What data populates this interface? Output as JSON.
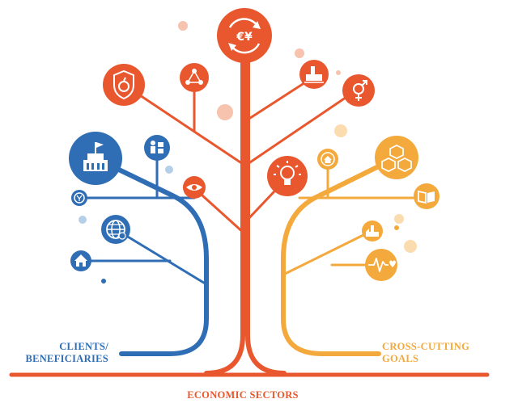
{
  "labels": {
    "clients_line1": "CLIENTS/",
    "clients_line2": "BENEFICIARIES",
    "crosscutting_line1": "CROSS-CUTTING",
    "crosscutting_line2": "GOALS",
    "economic": "ECONOMIC SECTORS"
  },
  "icon_text": {
    "currency": "€¥"
  },
  "colors": {
    "red": "#e9572e",
    "blue": "#2f6db5",
    "yellow": "#f3a93c",
    "light_red": "#f7c2ae",
    "light_blue": "#b6cfe9",
    "light_yellow": "#fbdcae"
  },
  "icons": {
    "red": [
      "currency-exchange-icon",
      "health-apple-shield-icon",
      "network-icon",
      "factory-icon",
      "gender-icon",
      "lightbulb-icon",
      "eye-icon"
    ],
    "blue": [
      "government-building-icon",
      "people-boxes-icon",
      "currency-coin-icon",
      "globe-icon",
      "house-icon"
    ],
    "yellow": [
      "cubes-icon",
      "book-icon",
      "home-badge-icon",
      "industry-icon",
      "heartbeat-icon"
    ]
  }
}
